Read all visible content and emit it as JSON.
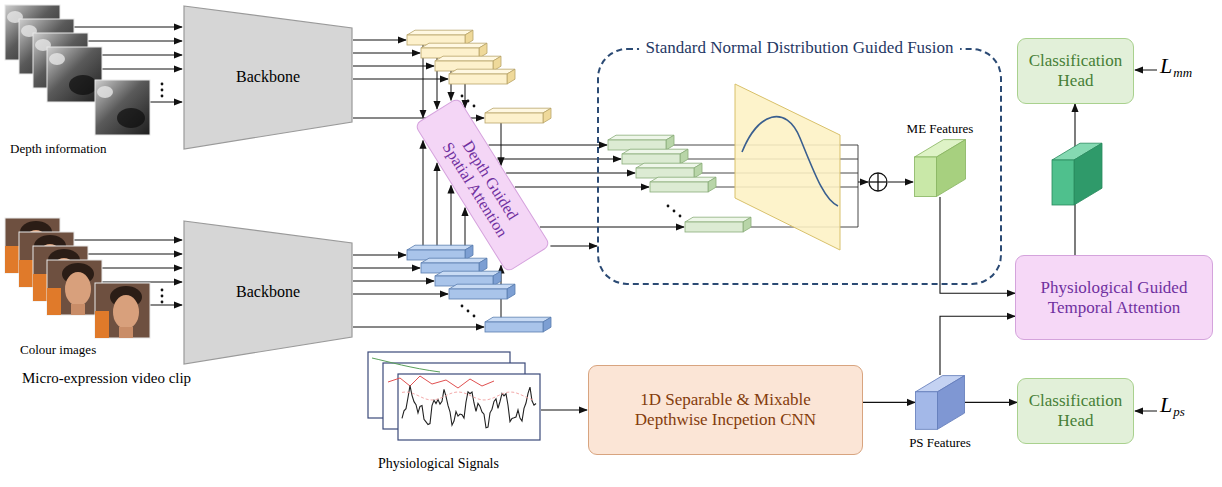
{
  "diagram": {
    "nodes": [
      {
        "text": [
          "Backbone"
        ]
      },
      {
        "text": [
          "Depth Guided Spatial Attention"
        ]
      },
      {
        "text": [
          "Standard Normal Distribution Guided Fusion"
        ]
      },
      {
        "text": [
          "ME Features"
        ],
        "in": 2
      },
      {
        "text": [
          "Classification Head"
        ]
      },
      {
        "text": [
          "Backbone"
        ]
      },
      {
        "text": [
          "Physiological Guided Temporal Attention"
        ]
      },
      {
        "text": [
          "1D Separable & Mixable Depthwise Incpetion CNN"
        ]
      },
      {
        "text": [
          "PS Features"
        ]
      },
      {
        "text": [
          "Classification Head"
        ]
      }
    ],
    "edges": [
      {
        "from": 1,
        "to": 2,
        "arrow": "to"
      },
      {
        "from": 3,
        "to": 6,
        "arrow": "to"
      },
      {
        "from": 7,
        "to": 8,
        "arrow": "to"
      },
      {
        "from": 8,
        "to": 6,
        "arrow": "to"
      },
      {
        "from": 8,
        "to": 9,
        "arrow": "to"
      },
      {
        "from": 6,
        "to": 4,
        "arrow": "to"
      }
    ],
    "labels": [
      "Depth information",
      "Colour images",
      "Micro-expression video clip",
      "Physiological Signals",
      "L",
      "mm",
      "L",
      "ps"
    ]
  }
}
